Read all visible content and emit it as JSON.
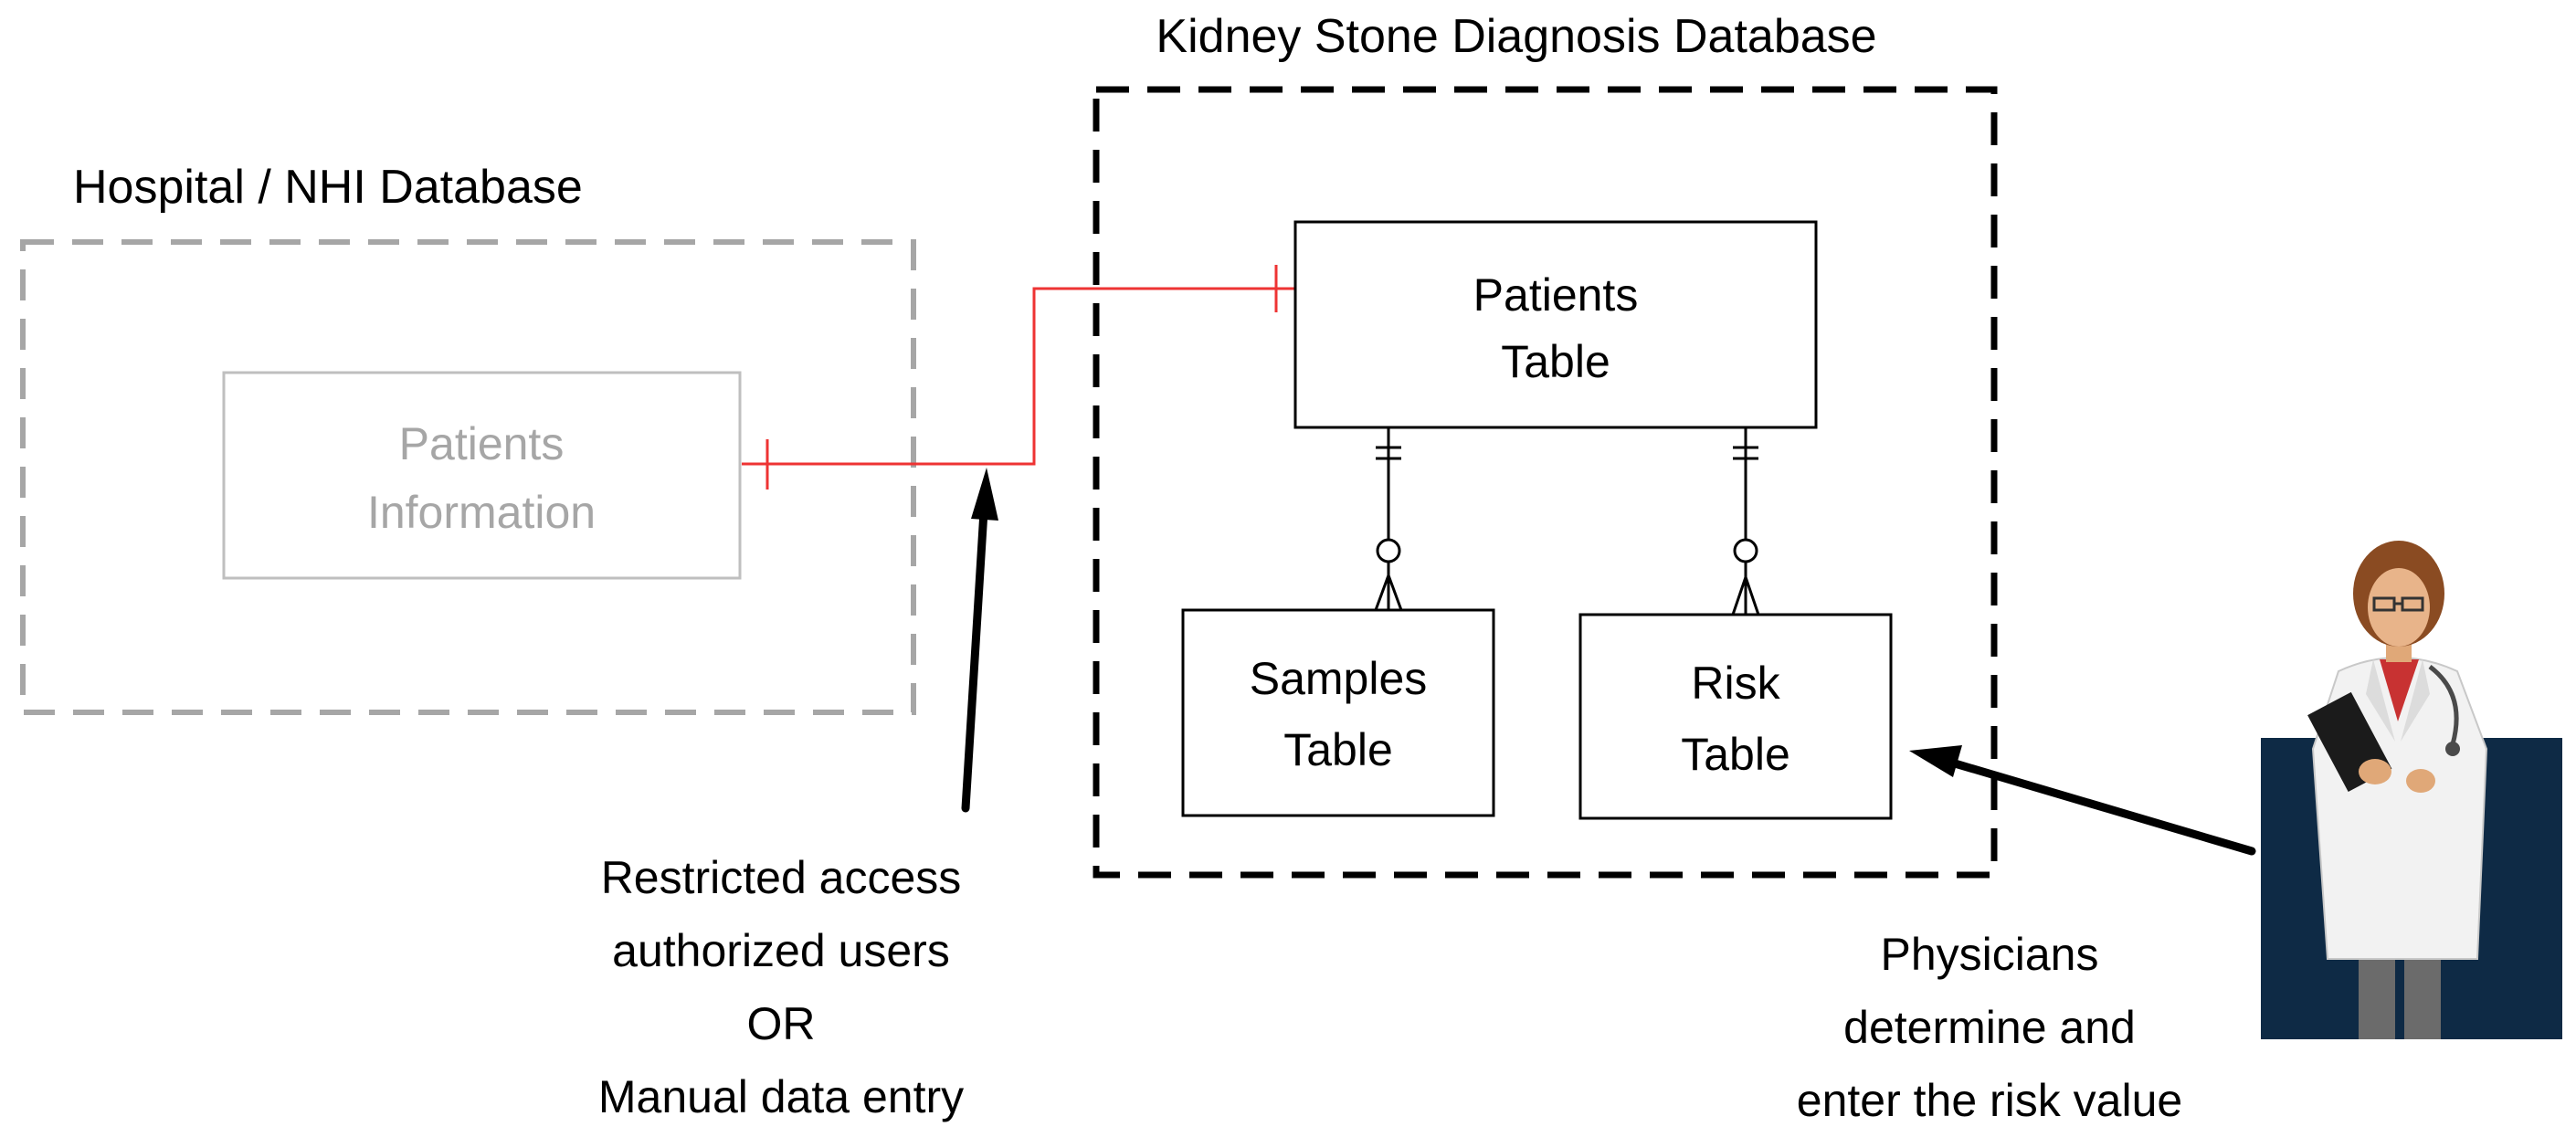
{
  "hospital_db": {
    "title": "Hospital / NHI Database",
    "entity": {
      "line1": "Patients",
      "line2": "Information"
    }
  },
  "kidney_db": {
    "title": "Kidney Stone Diagnosis Database",
    "patients_table": {
      "line1": "Patients",
      "line2": "Table"
    },
    "samples_table": {
      "line1": "Samples",
      "line2": "Table"
    },
    "risk_table": {
      "line1": "Risk",
      "line2": "Table"
    }
  },
  "access_note": {
    "line1": "Restricted access",
    "line2": "authorized users",
    "line3": "OR",
    "line4": "Manual data entry"
  },
  "physician_note": {
    "line1": "Physicians",
    "line2": "determine and",
    "line3": "enter the risk value"
  },
  "colors": {
    "gray_dash": "#a6a6a6",
    "gray_text": "#a6a6a6",
    "link_red": "#ee3333",
    "black": "#000000",
    "physician_bg": "#0e2a45"
  },
  "icons": {
    "physician": "physician-icon"
  }
}
